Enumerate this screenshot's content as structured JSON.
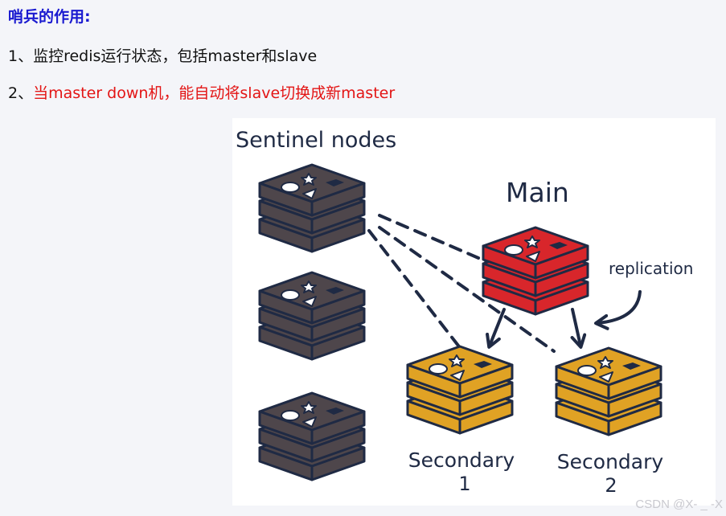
{
  "heading": "哨兵的作用:",
  "items": [
    {
      "number": "1、",
      "text": "监控redis运行状态，包括master和slave"
    },
    {
      "number": "2、",
      "text": "当master down机，能自动将slave切换成新master"
    }
  ],
  "diagram": {
    "title": "Sentinel nodes",
    "main_label": "Main",
    "replication_label": "replication",
    "secondary_1_label": "Secondary",
    "secondary_1_number": "1",
    "secondary_2_label": "Secondary",
    "secondary_2_number": "2"
  },
  "watermark": "CSDN @X- _ -X",
  "colors": {
    "heading": "#1a1ad0",
    "highlight_red": "#e31515",
    "sentinel_fill": "#4e464b",
    "main_fill": "#d8262b",
    "secondary_fill": "#e0a224",
    "outline": "#1f2a44"
  }
}
